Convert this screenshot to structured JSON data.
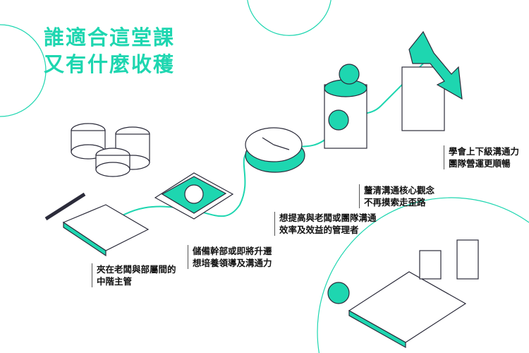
{
  "title": {
    "line1": "誰適合這堂課",
    "line2": "又有什麼收穫"
  },
  "captions": [
    {
      "line1": "夾在老闆與部屬間的",
      "line2": "中階主管"
    },
    {
      "line1": "儲備幹部或即將升遷",
      "line2": "想培養領導及溝通力"
    },
    {
      "line1": "想提高與老闆或團隊溝通",
      "line2": "效率及效益的管理者"
    },
    {
      "line1": "釐清溝通核心觀念",
      "line2": "不再摸索走歪路"
    },
    {
      "line1": "學會上下級溝通力",
      "line2": "團隊營運更順暢"
    }
  ],
  "colors": {
    "accent": "#1ed6b0",
    "ink": "#2b2b3a"
  }
}
